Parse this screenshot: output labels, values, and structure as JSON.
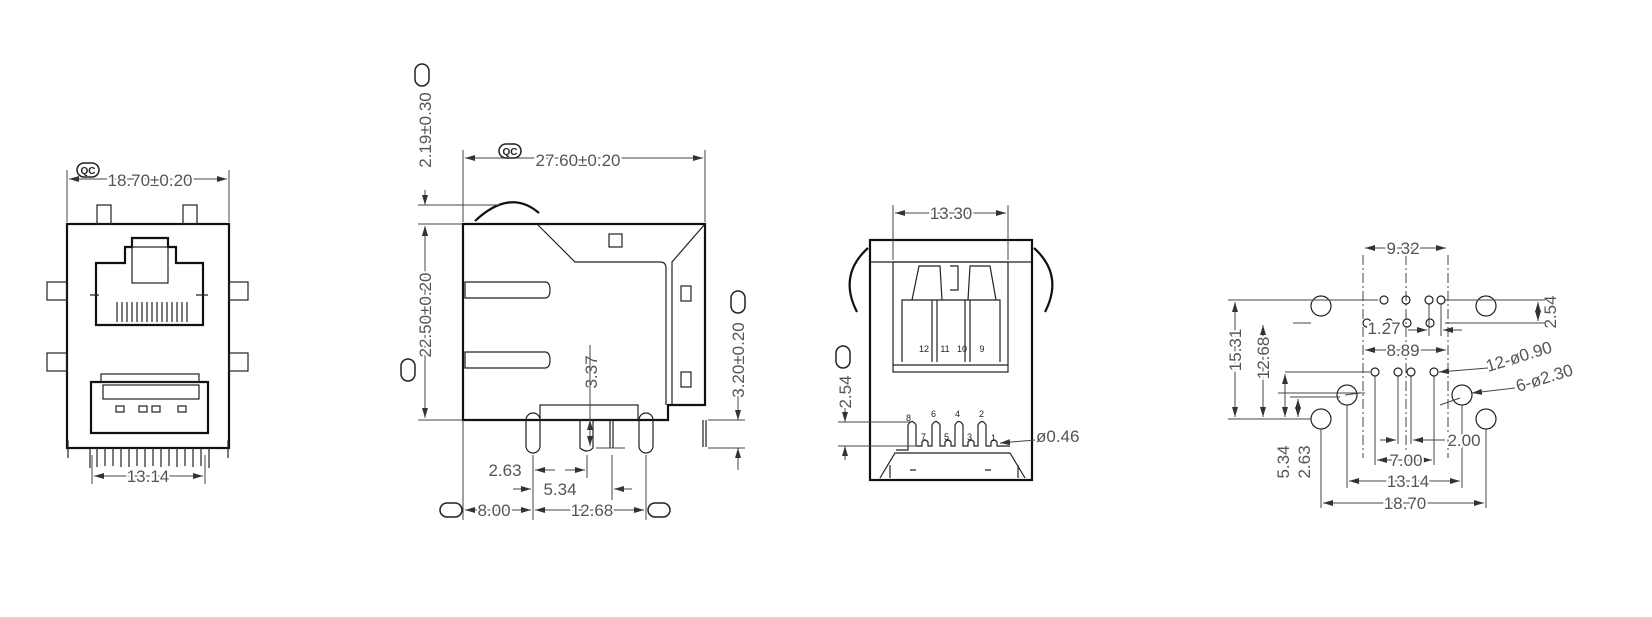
{
  "qc_mark": "QC",
  "front_view": {
    "width_dim": "18.70±0.20",
    "pin_span_dim": "13.14"
  },
  "side_view": {
    "length_dim": "27.60±0.20",
    "spring_height_dim": "2.19±0.30",
    "body_height_dim": "22.50±0.20",
    "pin_length_dim": "3.20±0.20",
    "post_length_dim": "3.37",
    "dim_2_63": "2.63",
    "dim_5_34": "5.34",
    "dim_8_00": "8.00",
    "dim_12_68": "12.68"
  },
  "rear_view": {
    "width_dim": "13.30",
    "row_pitch_dim": "2.54",
    "pin_diameter_dim": "ø0.46",
    "usb_pins": [
      "12",
      "11",
      "10",
      "9"
    ],
    "rj45_pins_top": [
      "8",
      "6",
      "4",
      "2"
    ],
    "rj45_pins_bottom": [
      "7",
      "5",
      "3",
      "1"
    ]
  },
  "footprint": {
    "dim_9_32": "9.32",
    "dim_15_31": "15.31",
    "dim_12_68": "12.68",
    "dim_1_27": "1.27",
    "dim_8_89": "8.89",
    "dim_2_54": "2.54",
    "small_holes": "12-ø0.90",
    "large_holes": "6-ø2.30",
    "dim_5_34": "5.34",
    "dim_2_63": "2.63",
    "dim_2_00": "2.00",
    "dim_7_00": "7.00",
    "dim_13_14": "13.14",
    "dim_18_70": "18.70"
  }
}
